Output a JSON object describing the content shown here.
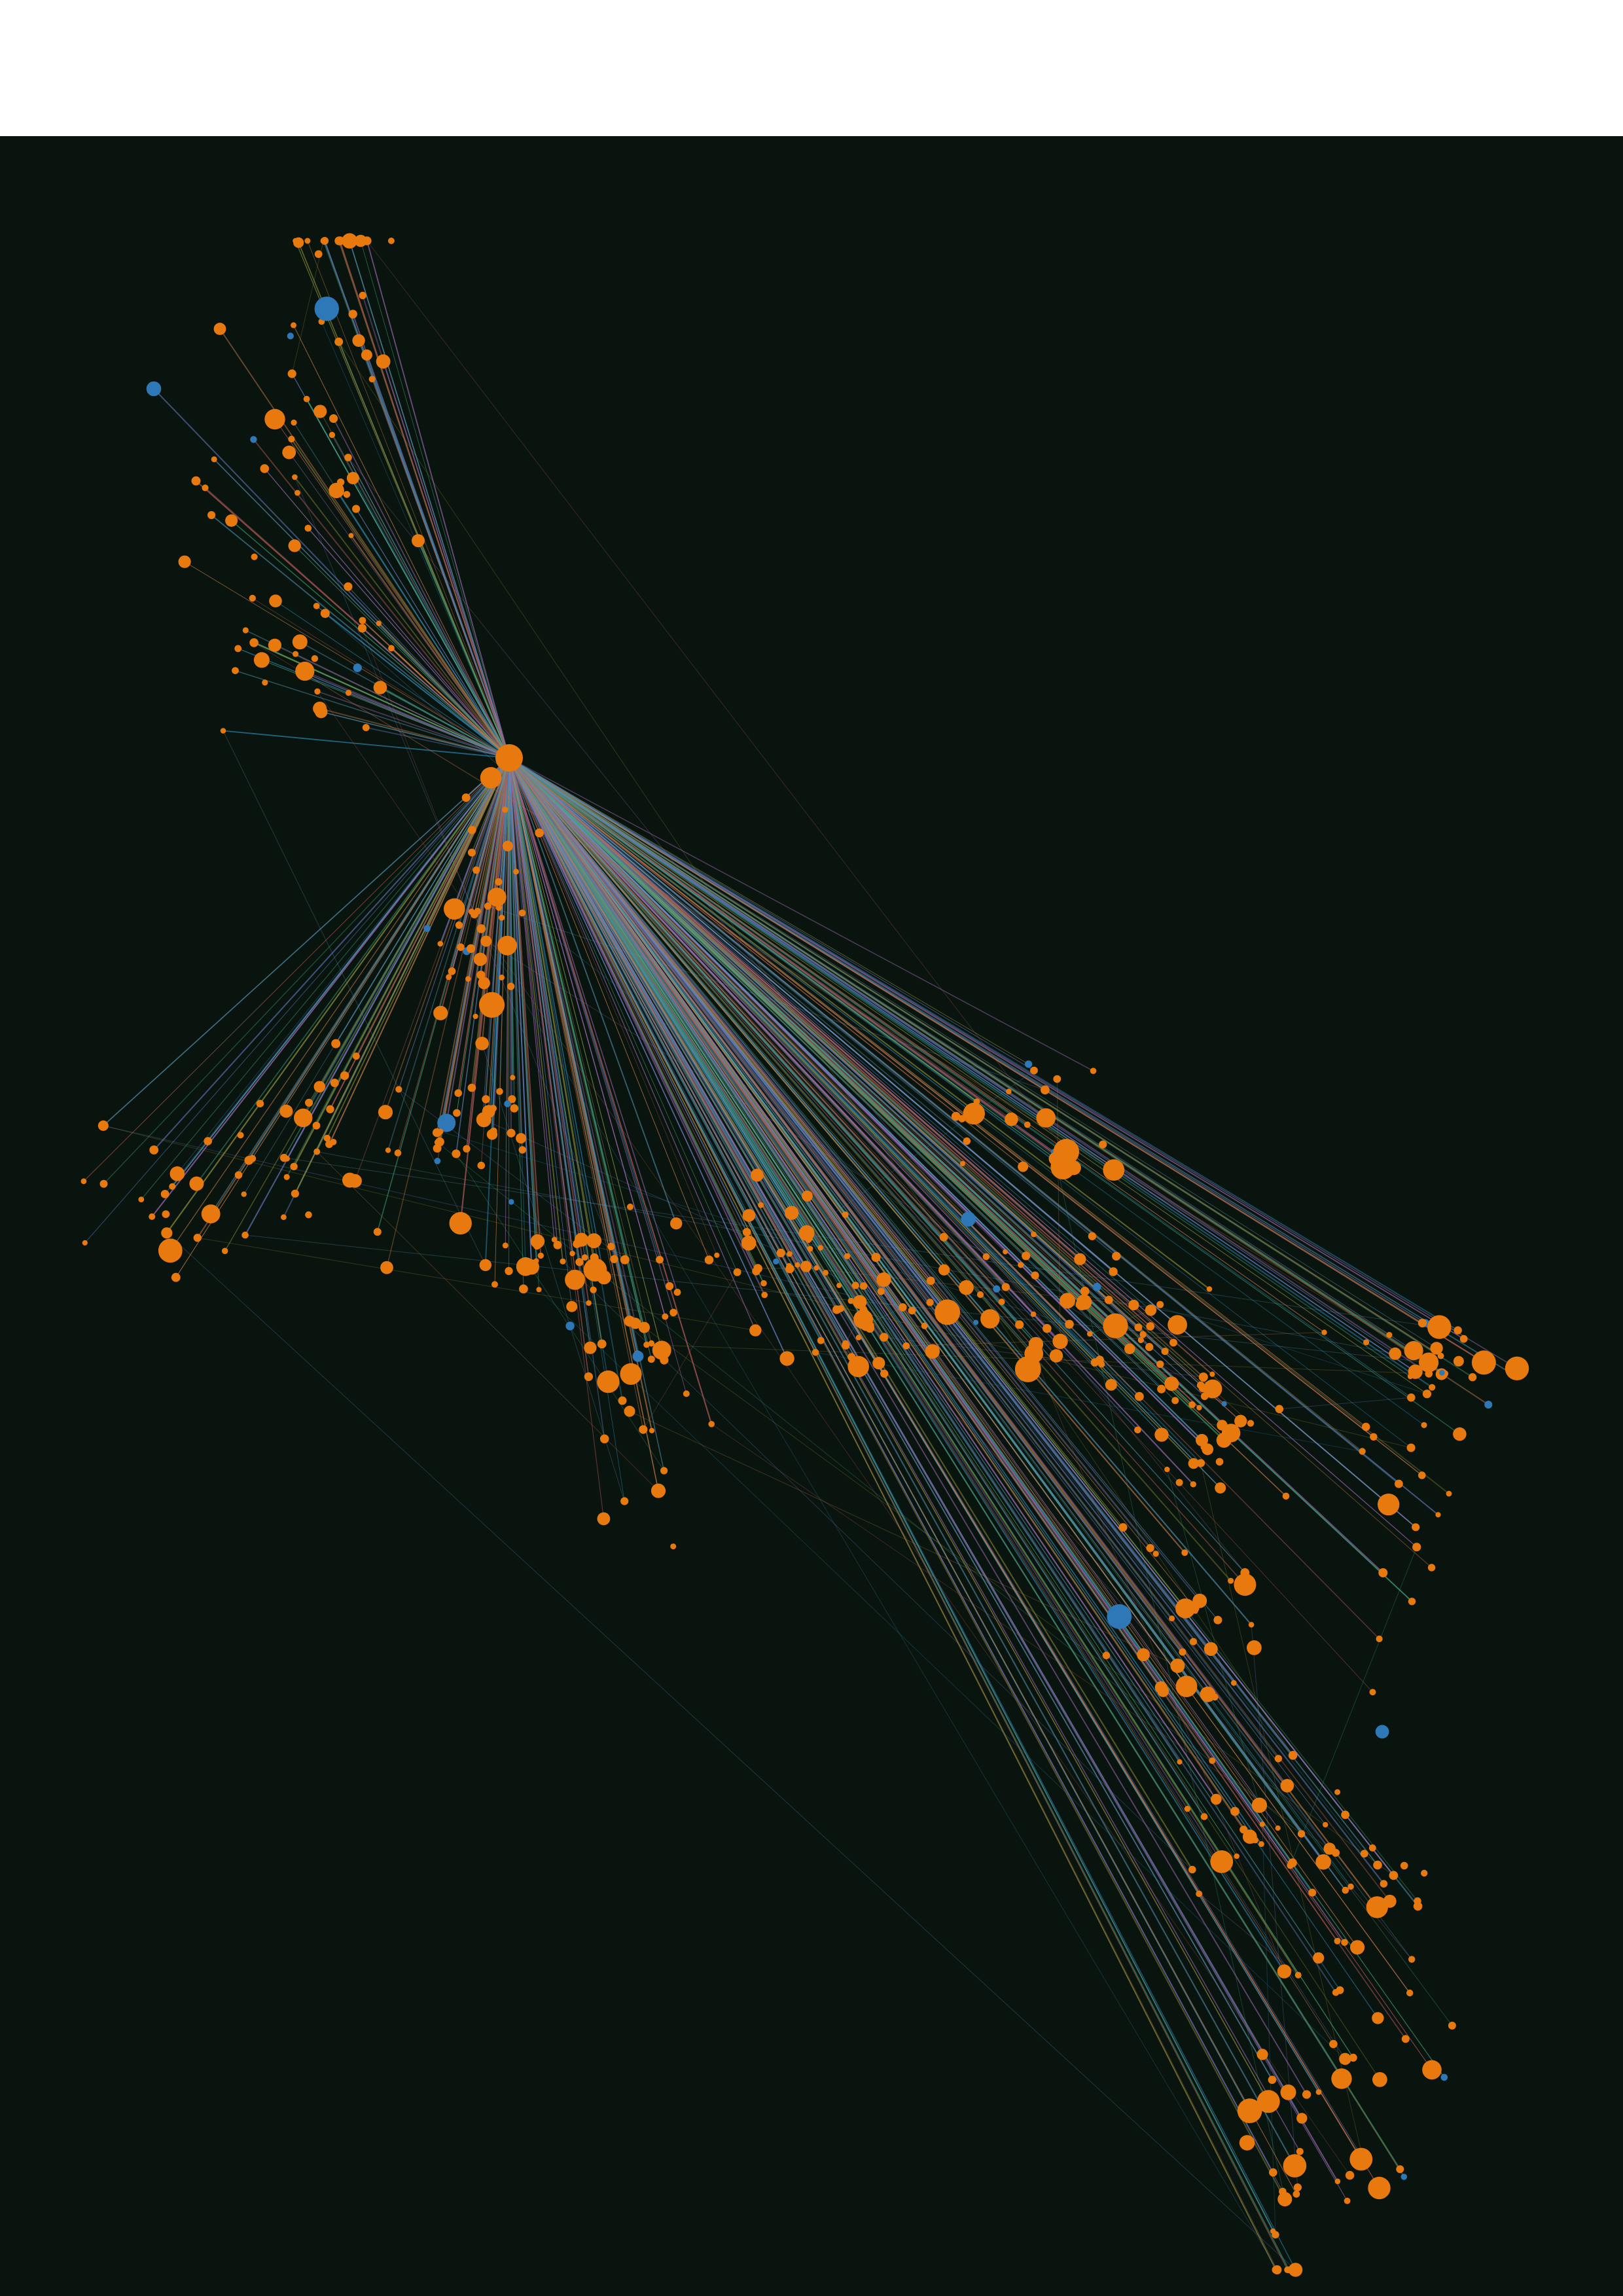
{
  "colors": {
    "background": "#0a140e",
    "node_primary": "#e8790f",
    "node_secondary": "#2f78b8",
    "edge_palette": [
      "#2a7fa8",
      "#6a7fc8",
      "#3fa87a",
      "#b05a5a",
      "#8a8a3a",
      "#9a6ab0",
      "#5a9ab8",
      "#c07a4a"
    ]
  },
  "diagram": {
    "type": "force-directed network graph",
    "hub_count": 1,
    "node_color_names": [
      "orange",
      "blue"
    ],
    "edge_style": "thin multicolor lines radiating from hub"
  }
}
